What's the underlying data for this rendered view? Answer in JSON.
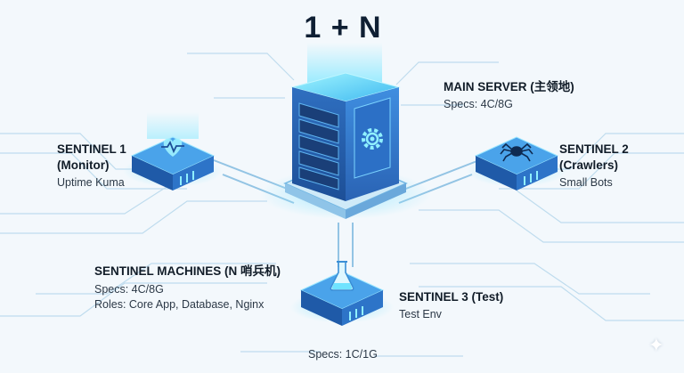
{
  "title": "1 + N",
  "main_server": {
    "name": "MAIN SERVER (主领地)",
    "specs": "Specs: 4C/8G",
    "icon": "gear-icon"
  },
  "sentinel_1": {
    "name_line1": "SENTINEL 1",
    "name_line2": "(Monitor)",
    "desc": "Uptime Kuma",
    "icon": "heart-pulse-icon"
  },
  "sentinel_2": {
    "name_line1": "SENTINEL 2",
    "name_line2": "(Crawlers)",
    "desc": "Small Bots",
    "icon": "spider-icon"
  },
  "sentinel_3": {
    "name": "SENTINEL 3 (Test)",
    "desc": "Test Env",
    "specs": "Specs: 1C/1G",
    "icon": "flask-icon"
  },
  "sentinel_machines": {
    "name": "SENTINEL MACHINES (N 哨兵机)",
    "specs": "Specs: 4C/8G",
    "roles": "Roles: Core App, Database, Nginx"
  },
  "colors": {
    "accent": "#1e7fd8",
    "glow": "#6fe3ff",
    "background": "#f3f8fc",
    "text": "#111c28"
  }
}
